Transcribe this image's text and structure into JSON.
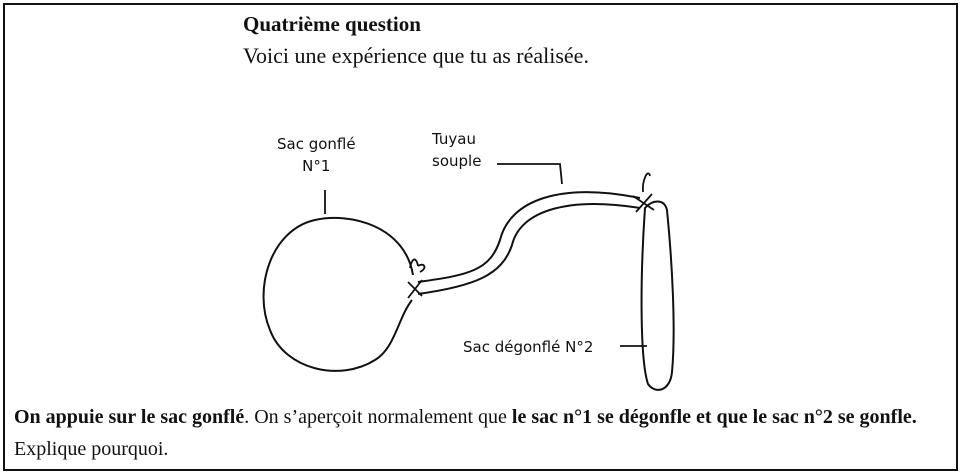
{
  "heading": "Quatrième question",
  "intro": "Voici une expérience que tu as réalisée.",
  "labels": {
    "bag1_line1": "Sac gonflé",
    "bag1_line2": "N°1",
    "tube_line1": "Tuyau",
    "tube_line2": "souple",
    "bag2_name": "Sac dégonflé",
    "bag2_num": "N°2"
  },
  "paragraph": {
    "s1": "On appuie sur le sac gonflé",
    "s2": ". On s’aperçoit normalement que ",
    "s3": "le sac n°1 se dégonfle et que le sac n°2 se gonfle.",
    "s4": " Explique pourquoi."
  }
}
